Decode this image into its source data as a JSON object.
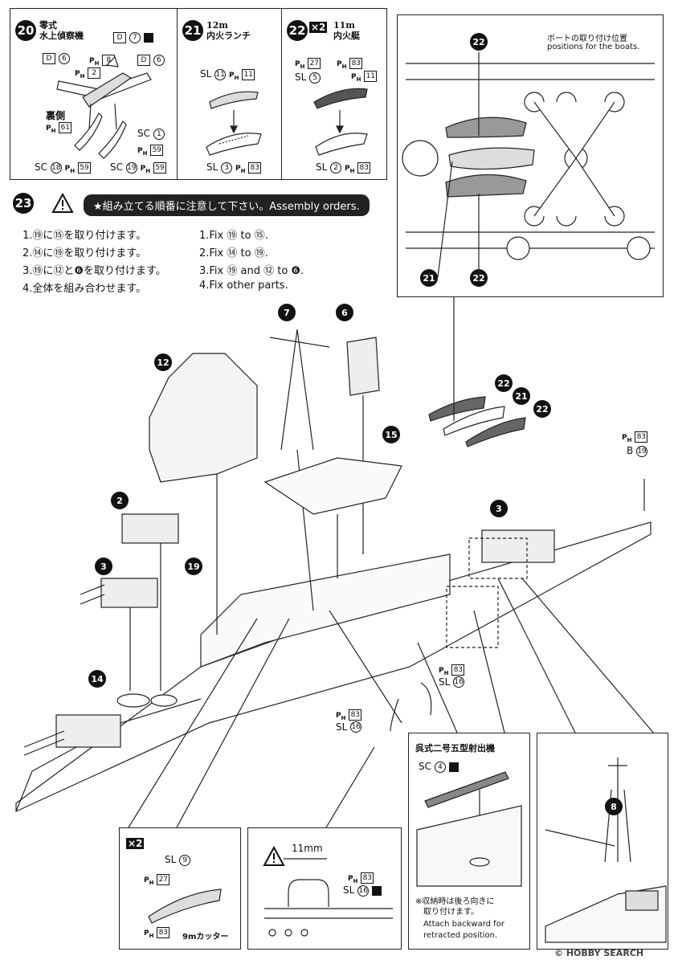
{
  "steps": {
    "s20": {
      "no": "20",
      "title_line1": "零式",
      "title_line2": "水上偵察機",
      "parts": {
        "d": "D",
        "n7": "7",
        "d6a": "6",
        "ph8": "8",
        "ph2": "2",
        "d6b": "6",
        "underside": "裏側",
        "ph61": "61",
        "sc1": "1",
        "ph59a": "59",
        "sc18": "18",
        "ph59b": "59",
        "sc19": "19",
        "ph59c": "59"
      }
    },
    "s21": {
      "no": "21",
      "title_line1": "12m",
      "title_line2": "内火ランチ",
      "parts": {
        "sl11": "11",
        "ph11": "11",
        "sl3": "3",
        "ph83": "83"
      }
    },
    "s22": {
      "no": "22",
      "mult": "×2",
      "title_line1": "11m",
      "title_line2": "内火艇",
      "parts": {
        "ph27": "27",
        "ph83a": "83",
        "sl5": "5",
        "ph11": "11",
        "sl2": "2",
        "ph83b": "83"
      }
    },
    "boat_pos": {
      "jp": "ボートの取り付け位置",
      "en": "positions for the boats.",
      "labels": {
        "b22top": "22",
        "b21": "21",
        "b22bot": "22"
      }
    },
    "s23": {
      "no": "23",
      "banner": "★組み立てる順番に注意して下さい。Assembly orders.",
      "jp_orders": [
        "1.⑲に⑮を取り付けます。",
        "2.⑭に⑲を取り付けます。",
        "3.⑲に⑫と❻を取り付けます。",
        "4.全体を組み合わせます。"
      ],
      "en_orders": [
        "1.Fix ⑲ to ⑮.",
        "2.Fix ⑭ to ⑲.",
        "3.Fix ⑲ and ⑫ to ❻.",
        "4.Fix other parts."
      ]
    },
    "callouts": {
      "c7": "7",
      "c6": "6",
      "c12": "12",
      "c15": "15",
      "c2": "2",
      "c3a": "3",
      "c19": "19",
      "c3b": "3",
      "c14": "14",
      "c22a": "22",
      "c21": "21",
      "c22b": "22",
      "c8": "8"
    },
    "right_parts": {
      "ph83": "83",
      "b19": "19",
      "b_label": "B"
    },
    "sl16a": {
      "ph": "83",
      "sl": "16"
    },
    "sl16b": {
      "ph": "83",
      "sl": "16"
    },
    "catapult": {
      "title": "呉式二号五型射出機",
      "sc": "4",
      "note_jp_1": "※収納時は後ろ向きに",
      "note_jp_2": "取り付けます。",
      "note_en_1": "Attach backward for",
      "note_en_2": "retracted position."
    },
    "cutter": {
      "mult": "×2",
      "sl": "9",
      "ph27": "27",
      "ph83": "83",
      "name": "9mカッター"
    },
    "rail": {
      "dim": "11mm",
      "ph83": "83",
      "sl": "16"
    },
    "watermark": {
      "copyright": "©",
      "brand": "HOBBY SEARCH"
    }
  }
}
